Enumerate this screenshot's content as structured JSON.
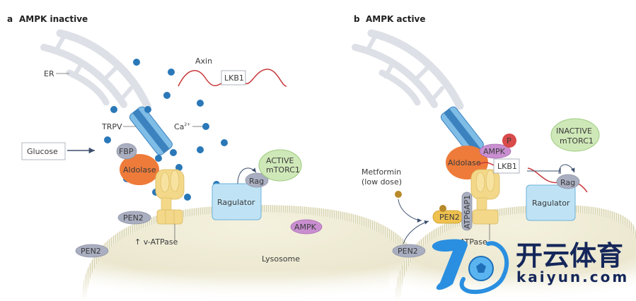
{
  "panels": [
    {
      "letter": "a",
      "title": "AMPK inactive",
      "labels": {
        "er": "ER",
        "axin": "Axin",
        "lkb1": "LKB1",
        "trpv": "TRPV",
        "calcium": "Ca",
        "calcium_sup": "2+",
        "glucose": "Glucose",
        "fbp": "FBP",
        "aldolase": "Aldolase",
        "rag": "Rag",
        "mtorc1_line1": "ACTIVE",
        "mtorc1_line2": "mTORC1",
        "ragulator": "Ragulator",
        "pen2_membrane": "PEN2",
        "pen2_free": "PEN2",
        "vatpase": "↑ v-ATPase",
        "ampk": "AMPK",
        "lysosome": "Lysosome"
      }
    },
    {
      "letter": "b",
      "title": "AMPK active",
      "labels": {
        "p": "P",
        "ampk": "AMPK",
        "mtorc1_line1": "INACTIVE",
        "mtorc1_line2": "mTORC1",
        "aldolase": "Aldolase",
        "lkb1": "LKB1",
        "rag": "Rag",
        "metformin_line1": "Metformin",
        "metformin_line2": "(low dose)",
        "pen2_bound": "PEN2",
        "atp6ap1": "ATP6AP1",
        "ragulator": "Ragulator",
        "pen2_free": "PEN2",
        "vatpase": "v-ATPase"
      }
    }
  ],
  "watermark": {
    "chinese": "开云体育",
    "domain": "kaiyun.com"
  },
  "colors": {
    "er": "#dde0e6",
    "channel": "#7fbde6",
    "channel_dark": "#3b82bf",
    "calcium": "#2a78b8",
    "axin": "#c8383a",
    "aldolase": "#ee7b3a",
    "grey_protein": "#a9aec0",
    "ragulator": "#bfe3f5",
    "mtorc1": "#cfe8b8",
    "ampk": "#c98ed0",
    "phospho": "#d94a4a",
    "vatpase": "#f3d88a",
    "pen2_active": "#efc24f",
    "metformin": "#b88a2a",
    "lysosome": "#ece8d3",
    "watermark_navy": "#15275a",
    "watermark_blue": "#2a8fe0"
  }
}
